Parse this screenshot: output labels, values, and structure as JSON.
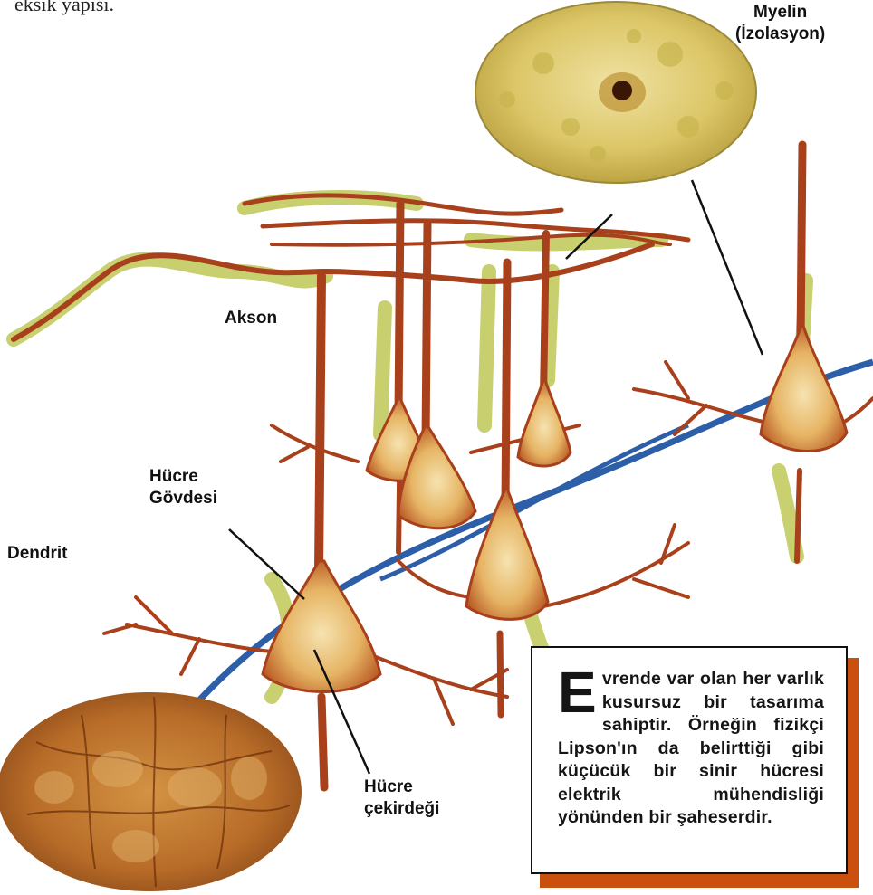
{
  "labels": {
    "top_fragment": "eksik yapısı.",
    "akson": "Akson",
    "hucre_govdesi_1": "Hücre",
    "hucre_govdesi_2": "Gövdesi",
    "dendrit": "Dendrit",
    "myelin_1": "Myelin",
    "myelin_2": "(İzolasyon)",
    "cekirdek_1": "Hücre",
    "cekirdek_2": "çekirdeği"
  },
  "info": {
    "drop_cap": "E",
    "text": "vrende var olan her varlık kusursuz bir tasarıma sahiptir. Örneğin fizikçi Lipson'ın da belirttiği gibi küçücük bir sinir hücresi elektrik mühendisliği yönünden bir şaheserdir."
  },
  "colors": {
    "neuron": "#a8401c",
    "neuron_light": "#e9b36a",
    "myelin_green": "#a7b83a",
    "blue_fiber": "#2d5fa8",
    "accent_shadow": "#c9500f",
    "micrograph_gold": "#d9c46a",
    "micrograph_brown": "#a8601f"
  }
}
